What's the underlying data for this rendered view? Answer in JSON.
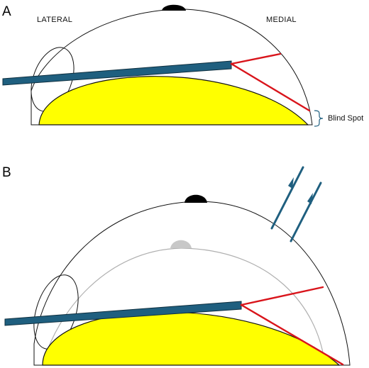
{
  "panel_a": {
    "letter": "A",
    "lateral_label": "LATERAL",
    "medial_label": "MEDIAL",
    "blind_spot_label": "Blind Spot"
  },
  "panel_b": {
    "letter": "B"
  },
  "colors": {
    "lens_fill": "#ffff00",
    "probe": "#1f5f7f",
    "ray": "#d9141b",
    "outline": "#111111",
    "inner_outline": "#b0b0b0",
    "nipple_black": "#000000",
    "nipple_gray": "#c8c8c8"
  },
  "icons": {
    "arrows": "up-right-arrow-icon",
    "bracket": "curly-bracket-icon"
  }
}
